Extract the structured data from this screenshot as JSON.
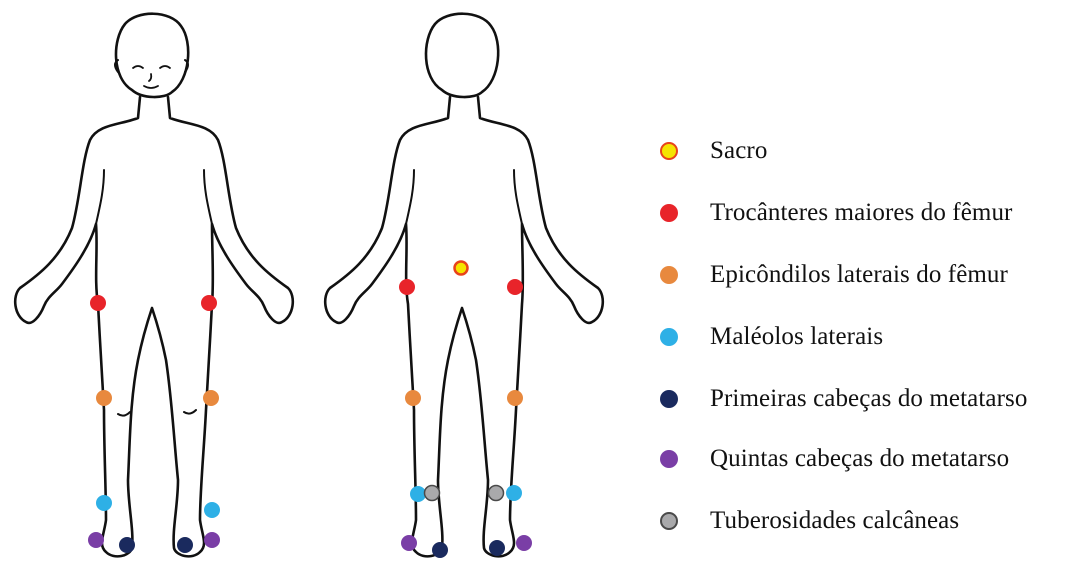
{
  "legend": {
    "items": [
      {
        "key": "sacro",
        "label": "Sacro",
        "color": "#f5e400",
        "border": "#e8431a"
      },
      {
        "key": "trocanteres",
        "label": "Trocânteres maiores do fêmur",
        "color": "#e8242a",
        "border": "#e8242a"
      },
      {
        "key": "epicondilos",
        "label": "Epicôndilos laterais do fêmur",
        "color": "#e8893e",
        "border": "#e8893e"
      },
      {
        "key": "maleolos",
        "label": "Maléolos laterais",
        "color": "#2eb0e6",
        "border": "#2eb0e6"
      },
      {
        "key": "primeiras",
        "label": "Primeiras cabeças do metatarso",
        "color": "#1a2a5e",
        "border": "#1a2a5e"
      },
      {
        "key": "quintas",
        "label": "Quintas cabeças do metatarso",
        "color": "#7a3ea6",
        "border": "#7a3ea6"
      },
      {
        "key": "tuberosidades",
        "label": "Tuberosidades calcâneas",
        "color": "#a9a9ab",
        "border": "#4a4a4a"
      }
    ]
  },
  "figures": [
    {
      "view": "front"
    },
    {
      "view": "back"
    }
  ]
}
